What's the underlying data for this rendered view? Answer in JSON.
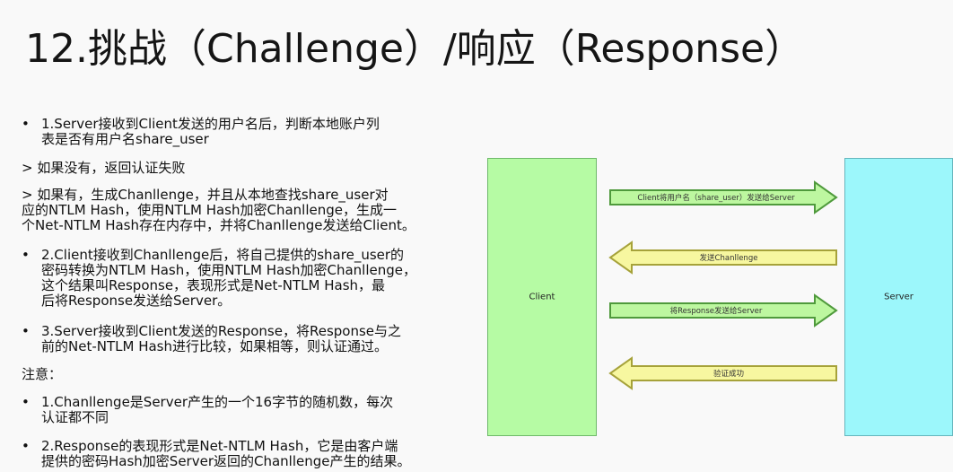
{
  "title": "12.挑战（Challenge）/响应（Response）",
  "bullets": [
    {
      "bullet": "•",
      "lines": [
        "1.Server接收到Client发送的用户名后，判断本地账户列",
        "表是否有用户名share_user"
      ]
    },
    {
      "bullet": "",
      "lines": [
        "> 如果没有，返回认证失败"
      ]
    },
    {
      "bullet": "",
      "lines": [
        "> 如果有，生成Chanllenge，并且从本地查找share_user对",
        "应的NTLM Hash，使用NTLM Hash加密Chanllenge，生成一",
        "个Net-NTLM Hash存在内存中，并将Chanllenge发送给Client。"
      ]
    },
    {
      "bullet": "•",
      "lines": [
        "2.Client接收到Chanllenge后，将自己提供的share_user的",
        "密码转换为NTLM Hash，使用NTLM Hash加密Chanllenge，",
        "这个结果叫Response，表现形式是Net-NTLM Hash，最",
        "后将Response发送给Server。"
      ]
    },
    {
      "bullet": "•",
      "lines": [
        "3.Server接收到Client发送的Response，将Response与之",
        "前的Net-NTLM Hash进行比较，如果相等，则认证通过。"
      ]
    },
    {
      "bullet": "",
      "lines": [
        "注意："
      ]
    },
    {
      "bullet": "•",
      "lines": [
        "1.Chanllenge是Server产生的一个16字节的随机数，每次",
        "认证都不同"
      ]
    },
    {
      "bullet": "•",
      "lines": [
        "2.Response的表现形式是Net-NTLM Hash，它是由客户端",
        "提供的密码Hash加密Server返回的Chanllenge产生的结果。"
      ]
    }
  ],
  "diagram": {
    "client_label": "Client",
    "server_label": "Server",
    "arrows": [
      {
        "label": "Client将用户名（share_user）发送给Server",
        "direction": "right",
        "color": "#bdf7a0"
      },
      {
        "label": "发送Chanllenge",
        "direction": "left",
        "color": "#f7f7a0"
      },
      {
        "label": "将Response发送给Server",
        "direction": "right",
        "color": "#bdf7a0"
      },
      {
        "label": "验证成功",
        "direction": "left",
        "color": "#f7f7a0"
      }
    ]
  },
  "colors": {
    "client_fill": "#b6fba4",
    "server_fill": "#9cf7fb",
    "arrow_right_fill": "#bdf7a0",
    "arrow_left_fill": "#f7f7a0"
  }
}
